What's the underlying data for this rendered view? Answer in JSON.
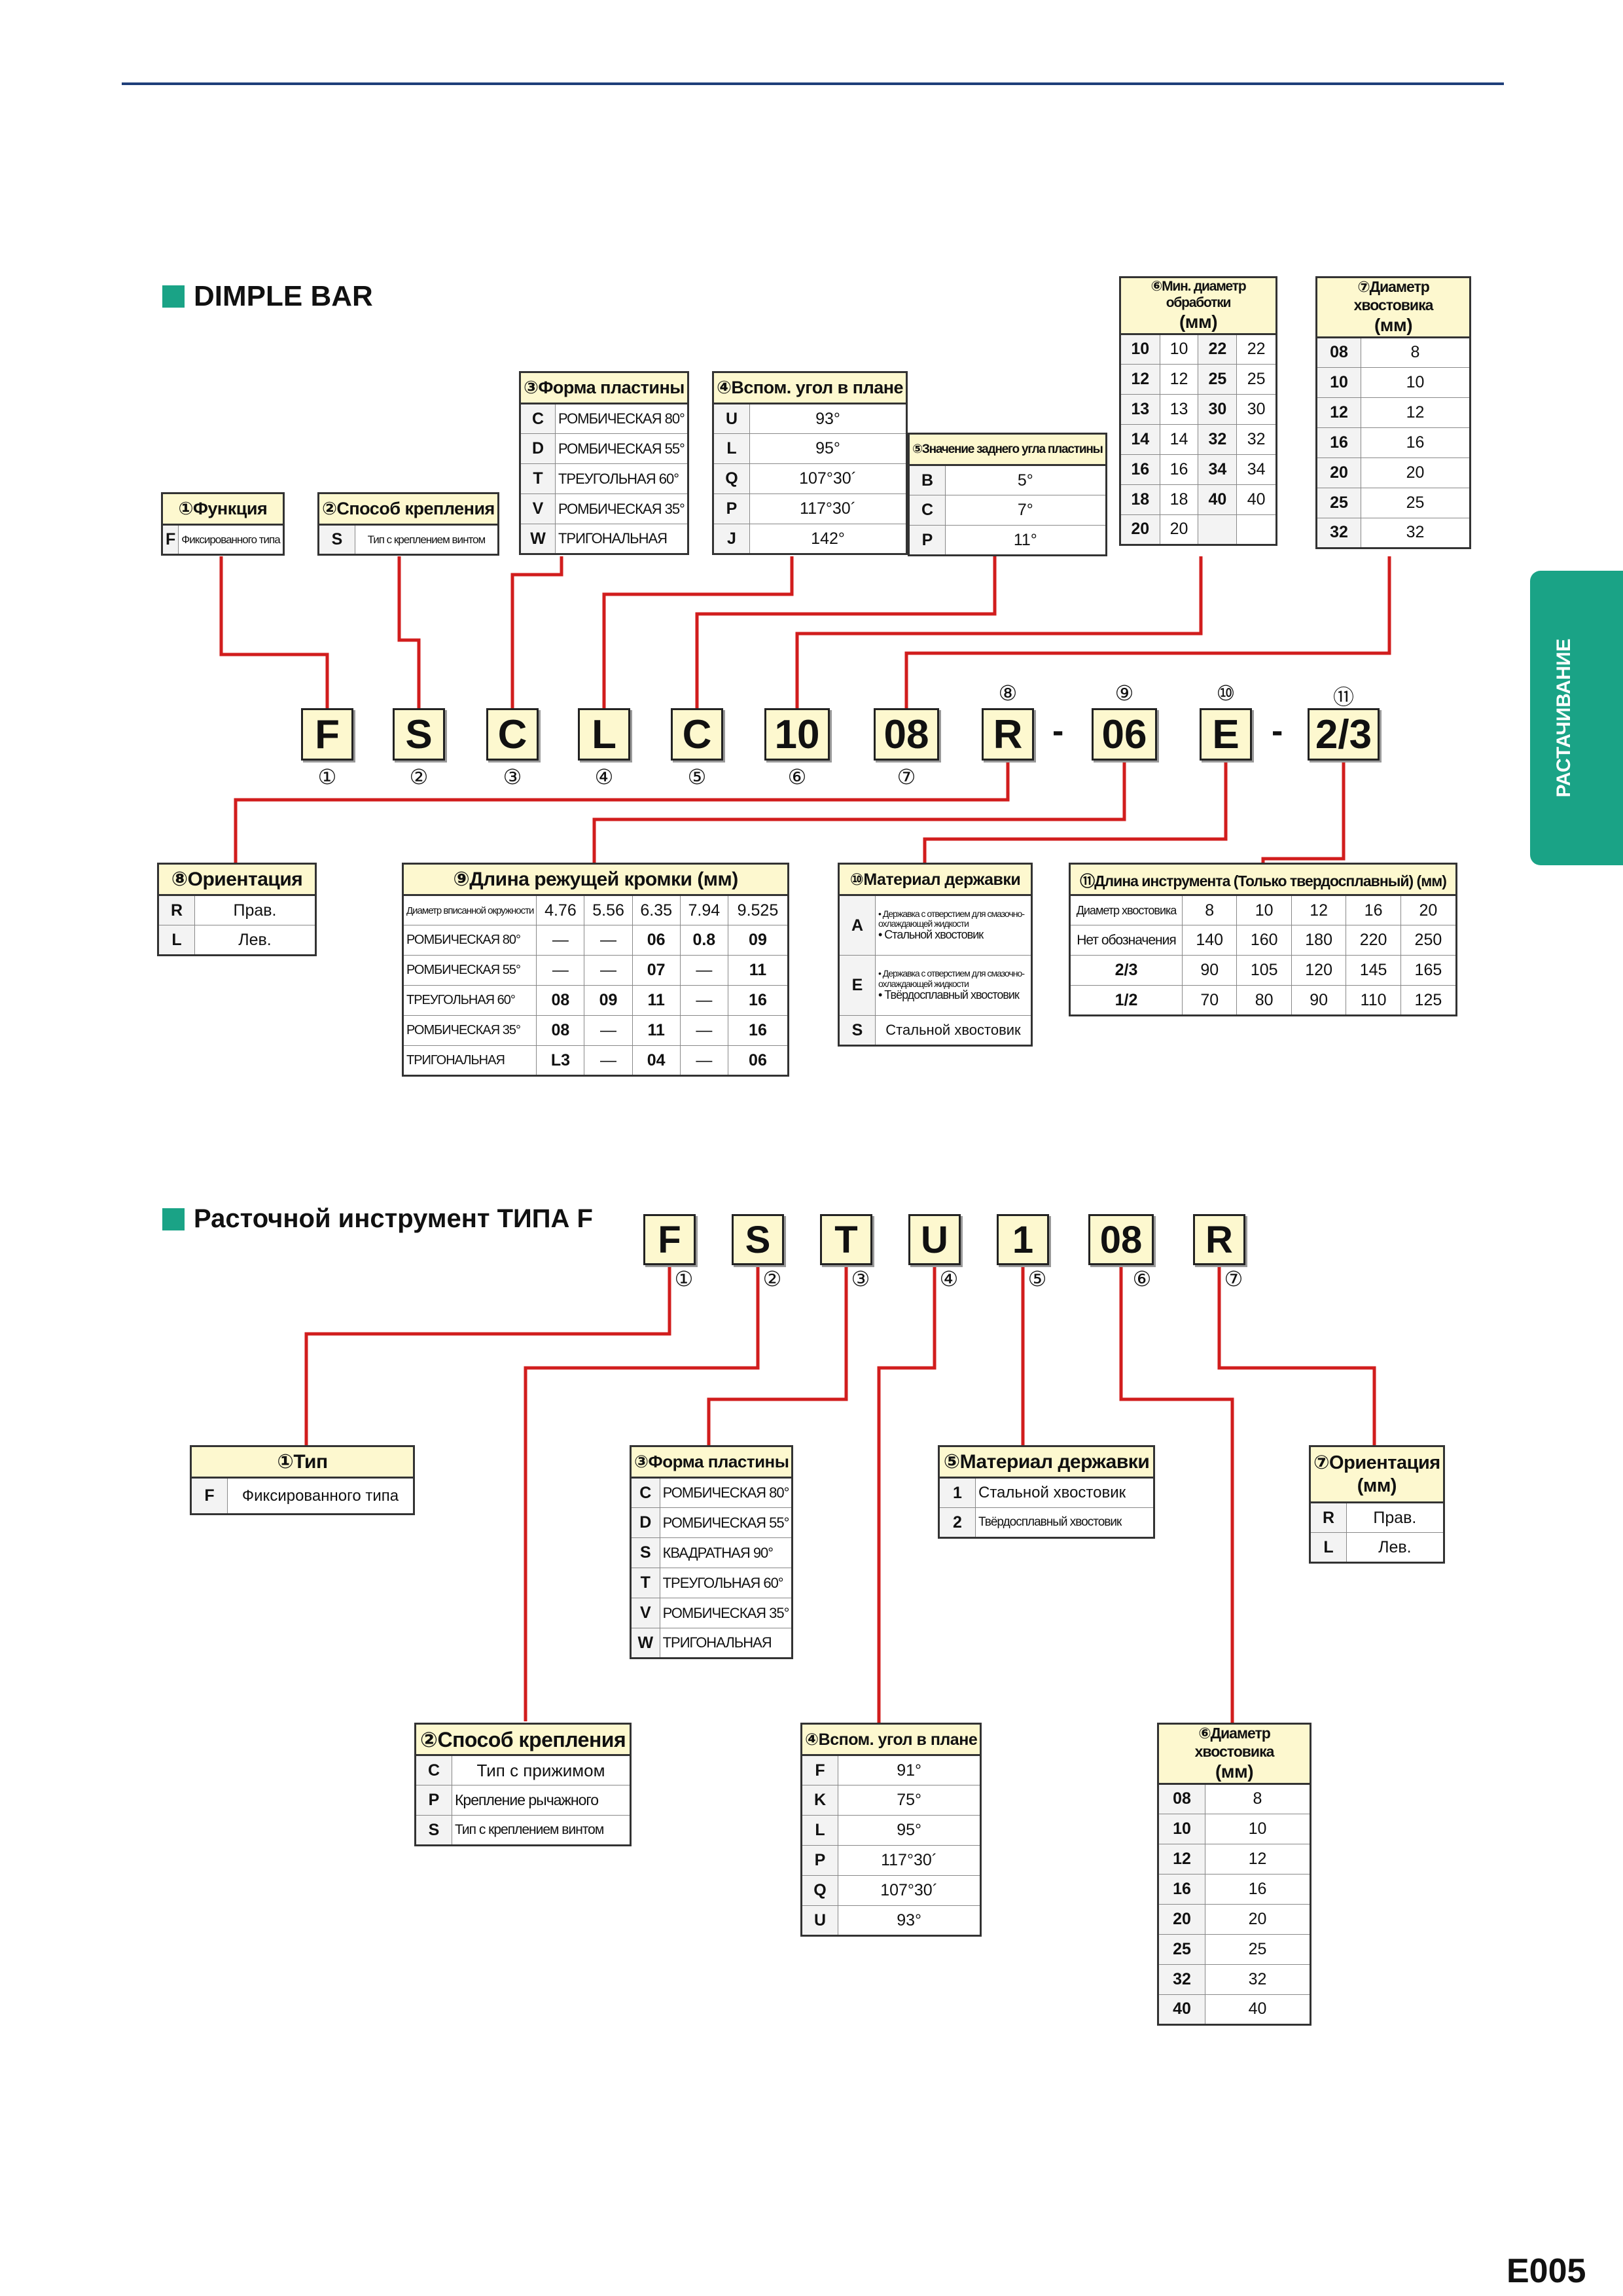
{
  "section1": {
    "title": "DIMPLE BAR",
    "code": [
      "F",
      "S",
      "C",
      "L",
      "C",
      "10",
      "08",
      "R",
      "06",
      "E",
      "2/3"
    ],
    "nums": [
      "①",
      "②",
      "③",
      "④",
      "⑤",
      "⑥",
      "⑦",
      "⑧",
      "⑨",
      "⑩",
      "⑪"
    ],
    "t1": {
      "title": "①Функция",
      "rows": [
        [
          "F",
          "Фиксированного типа"
        ]
      ]
    },
    "t2": {
      "title": "②Способ крепления",
      "rows": [
        [
          "S",
          "Тип с креплением винтом"
        ]
      ]
    },
    "t3": {
      "title": "③Форма пластины",
      "rows": [
        [
          "C",
          "РОМБИЧЕСКАЯ 80°"
        ],
        [
          "D",
          "РОМБИЧЕСКАЯ 55°"
        ],
        [
          "T",
          "ТРЕУГОЛЬНАЯ 60°"
        ],
        [
          "V",
          "РОМБИЧЕСКАЯ 35°"
        ],
        [
          "W",
          "ТРИГОНАЛЬНАЯ"
        ]
      ]
    },
    "t4": {
      "title": "④Вспом. угол в плане",
      "rows": [
        [
          "U",
          "93°"
        ],
        [
          "L",
          "95°"
        ],
        [
          "Q",
          "107°30´"
        ],
        [
          "P",
          "117°30´"
        ],
        [
          "J",
          "142°"
        ]
      ]
    },
    "t5": {
      "title": "⑤Значение заднего угла пластины",
      "rows": [
        [
          "B",
          "5°"
        ],
        [
          "C",
          "7°"
        ],
        [
          "P",
          "11°"
        ]
      ]
    },
    "t6": {
      "title1": "⑥Мин. диаметр обработки",
      "title2": "(мм)",
      "rows": [
        [
          "10",
          "10",
          "22",
          "22"
        ],
        [
          "12",
          "12",
          "25",
          "25"
        ],
        [
          "13",
          "13",
          "30",
          "30"
        ],
        [
          "14",
          "14",
          "32",
          "32"
        ],
        [
          "16",
          "16",
          "34",
          "34"
        ],
        [
          "18",
          "18",
          "40",
          "40"
        ],
        [
          "20",
          "20",
          "",
          ""
        ]
      ]
    },
    "t7": {
      "title1": "⑦Диаметр хвостовика",
      "title2": "(мм)",
      "rows": [
        [
          "08",
          "8"
        ],
        [
          "10",
          "10"
        ],
        [
          "12",
          "12"
        ],
        [
          "16",
          "16"
        ],
        [
          "20",
          "20"
        ],
        [
          "25",
          "25"
        ],
        [
          "32",
          "32"
        ]
      ]
    },
    "t8": {
      "title": "⑧Ориентация",
      "rows": [
        [
          "R",
          "Прав."
        ],
        [
          "L",
          "Лев."
        ]
      ]
    },
    "t9": {
      "title": "⑨Длина режущей кромки (мм)",
      "head": [
        "Диаметр вписанной окружности",
        "4.76",
        "5.56",
        "6.35",
        "7.94",
        "9.525"
      ],
      "rows": [
        [
          "РОМБИЧЕСКАЯ 80°",
          "—",
          "—",
          "06",
          "0.8",
          "09"
        ],
        [
          "РОМБИЧЕСКАЯ 55°",
          "—",
          "—",
          "07",
          "—",
          "11"
        ],
        [
          "ТРЕУГОЛЬНАЯ 60°",
          "08",
          "09",
          "11",
          "—",
          "16"
        ],
        [
          "РОМБИЧЕСКАЯ 35°",
          "08",
          "—",
          "11",
          "—",
          "16"
        ],
        [
          "ТРИГОНАЛЬНАЯ",
          "L3",
          "—",
          "04",
          "—",
          "06"
        ]
      ]
    },
    "t10": {
      "title": "⑩Материал державки",
      "a1": "• Державка с отверстием для смазочно-охлаждающей жидкости",
      "a2": "• Стальной хвостовик",
      "e1": "• Державка с отверстием для смазочно-охлаждающей жидкости",
      "e2": "• Твёрдосплавный хвостовик",
      "s": "Стальной хвостовик",
      "codes": [
        "A",
        "E",
        "S"
      ]
    },
    "t11": {
      "title": "⑪Длина инструмента (Только твердосплавный) (мм)",
      "head": [
        "Диаметр хвостовика",
        "8",
        "10",
        "12",
        "16",
        "20"
      ],
      "rows": [
        [
          "Нет обозначения",
          "140",
          "160",
          "180",
          "220",
          "250"
        ],
        [
          "2/3",
          "90",
          "105",
          "120",
          "145",
          "165"
        ],
        [
          "1/2",
          "70",
          "80",
          "90",
          "110",
          "125"
        ]
      ]
    }
  },
  "section2": {
    "title": "Расточной инструмент ТИПА F",
    "code": [
      "F",
      "S",
      "T",
      "U",
      "1",
      "08",
      "R"
    ],
    "nums": [
      "①",
      "②",
      "③",
      "④",
      "⑤",
      "⑥",
      "⑦"
    ],
    "t1": {
      "title": "①Тип",
      "rows": [
        [
          "F",
          "Фиксированного типа"
        ]
      ]
    },
    "t2": {
      "title": "②Способ крепления",
      "rows": [
        [
          "C",
          "Тип с прижимом"
        ],
        [
          "P",
          "Крепление рычажного"
        ],
        [
          "S",
          "Тип с креплением винтом"
        ]
      ]
    },
    "t3": {
      "title": "③Форма пластины",
      "rows": [
        [
          "C",
          "РОМБИЧЕСКАЯ 80°"
        ],
        [
          "D",
          "РОМБИЧЕСКАЯ 55°"
        ],
        [
          "S",
          "КВАДРАТНАЯ 90°"
        ],
        [
          "T",
          "ТРЕУГОЛЬНАЯ 60°"
        ],
        [
          "V",
          "РОМБИЧЕСКАЯ 35°"
        ],
        [
          "W",
          "ТРИГОНАЛЬНАЯ"
        ]
      ]
    },
    "t4": {
      "title": "④Вспом. угол в плане",
      "rows": [
        [
          "F",
          "91°"
        ],
        [
          "K",
          "75°"
        ],
        [
          "L",
          "95°"
        ],
        [
          "P",
          "117°30´"
        ],
        [
          "Q",
          "107°30´"
        ],
        [
          "U",
          "93°"
        ]
      ]
    },
    "t5": {
      "title": "⑤Материал державки",
      "rows": [
        [
          "1",
          "Стальной хвостовик"
        ],
        [
          "2",
          "Твёрдосплавный хвостовик"
        ]
      ]
    },
    "t6": {
      "title1": "⑥Диаметр хвостовика",
      "title2": "(мм)",
      "rows": [
        [
          "08",
          "8"
        ],
        [
          "10",
          "10"
        ],
        [
          "12",
          "12"
        ],
        [
          "16",
          "16"
        ],
        [
          "20",
          "20"
        ],
        [
          "25",
          "25"
        ],
        [
          "32",
          "32"
        ],
        [
          "40",
          "40"
        ]
      ]
    },
    "t7": {
      "title1": "⑦Ориентация",
      "title2": "(мм)",
      "rows": [
        [
          "R",
          "Прав."
        ],
        [
          "L",
          "Лев."
        ]
      ]
    }
  },
  "side_tab": "РАСТАЧИВАНИЕ",
  "page_number": "E005",
  "colors": {
    "accent": "#1aa386",
    "line": "#d11d1d",
    "cell": "#fdf8cf",
    "rule": "#1f3f7a"
  }
}
